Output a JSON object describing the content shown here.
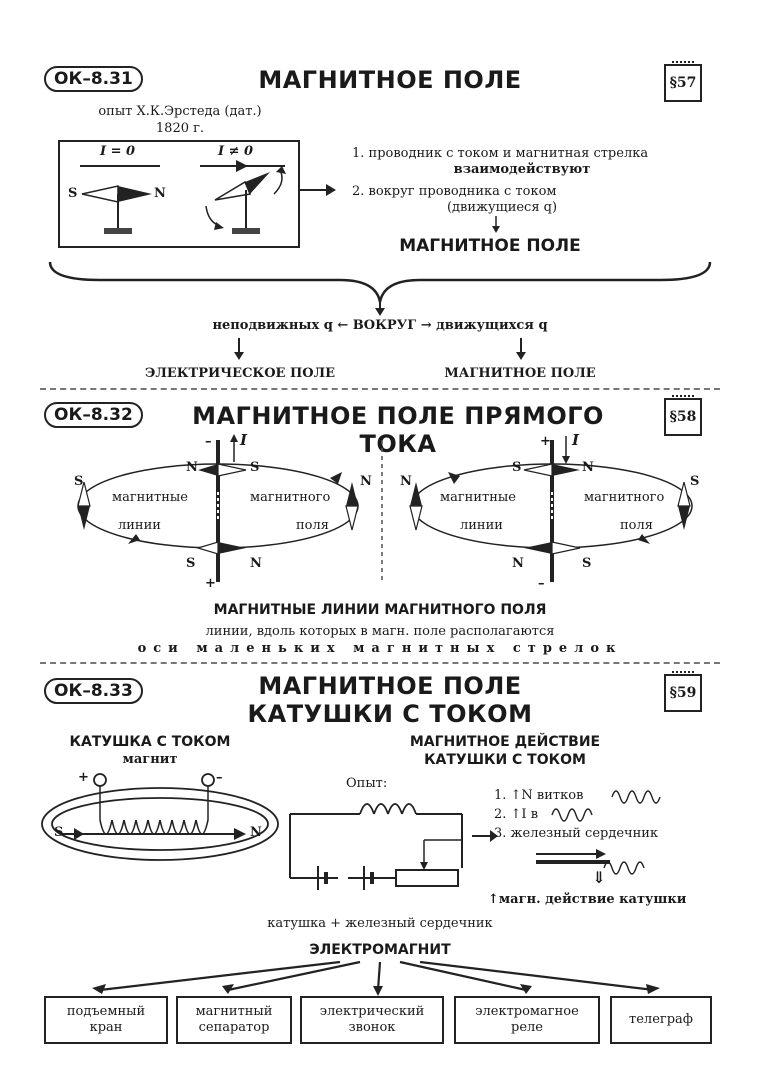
{
  "s1": {
    "badge": "ОК–8.31",
    "title": "МАГНИТНОЕ ПОЛЕ",
    "para": "§57",
    "experiment": "опыт Х.К.Эрстеда (дат.)",
    "year": "1820 г.",
    "label_i0": "I = 0",
    "label_ine0": "I ≠ 0",
    "pole_s": "S",
    "pole_n": "N",
    "point1": "1. проводник с током и магнитная стрелка",
    "point1b": "взаимодействуют",
    "point2": "2. вокруг проводника с током",
    "point2b": "(движущиеся q)",
    "result": "МАГНИТНОЕ ПОЛЕ",
    "around": "неподвижных q ← ВОКРУГ → движущихся q",
    "left_field": "ЭЛЕКТРИЧЕСКОЕ ПОЛЕ",
    "right_field": "МАГНИТНОЕ ПОЛЕ"
  },
  "s2": {
    "badge": "ОК–8.32",
    "title": "МАГНИТНОЕ ПОЛЕ ПРЯМОГО ТОКА",
    "para": "§58",
    "current": "I",
    "minus": "–",
    "plus": "+",
    "n": "N",
    "s": "S",
    "lines_word1": "магнитные",
    "lines_word2": "линии",
    "field_word1": "магнитного",
    "field_word2": "поля",
    "heading": "МАГНИТНЫЕ ЛИНИИ МАГНИТНОГО ПОЛЯ",
    "def1": "линии, вдоль которых в магн. поле располагаются",
    "def2": "оси маленьких магнитных стрелок"
  },
  "s3": {
    "badge": "ОК–8.33",
    "title1": "МАГНИТНОЕ ПОЛЕ",
    "title2": "КАТУШКИ С ТОКОМ",
    "para": "§59",
    "coil_head": "КАТУШКА С ТОКОМ",
    "coil_sub": "магнит",
    "plus": "+",
    "minus": "–",
    "pole_s": "S",
    "pole_n": "N",
    "action_head1": "МАГНИТНОЕ ДЕЙСТВИЕ",
    "action_head2": "КАТУШКИ С ТОКОМ",
    "opyt": "Опыт:",
    "item1": "1. ↑N витков",
    "item2": "2. ↑I в",
    "item3": "3. железный сердечник",
    "implies": "⇓",
    "conclusion": "↑магн. действие катушки",
    "combo": "катушка + железный сердечник",
    "electromagnet": "ЭЛЕКТРОМАГНИТ",
    "apps": [
      {
        "l1": "подъемный",
        "l2": "кран"
      },
      {
        "l1": "магнитный",
        "l2": "сепаратор"
      },
      {
        "l1": "электрический",
        "l2": "звонок"
      },
      {
        "l1": "электромагное",
        "l2": "реле"
      },
      {
        "l1": "телеграф",
        "l2": ""
      }
    ]
  }
}
